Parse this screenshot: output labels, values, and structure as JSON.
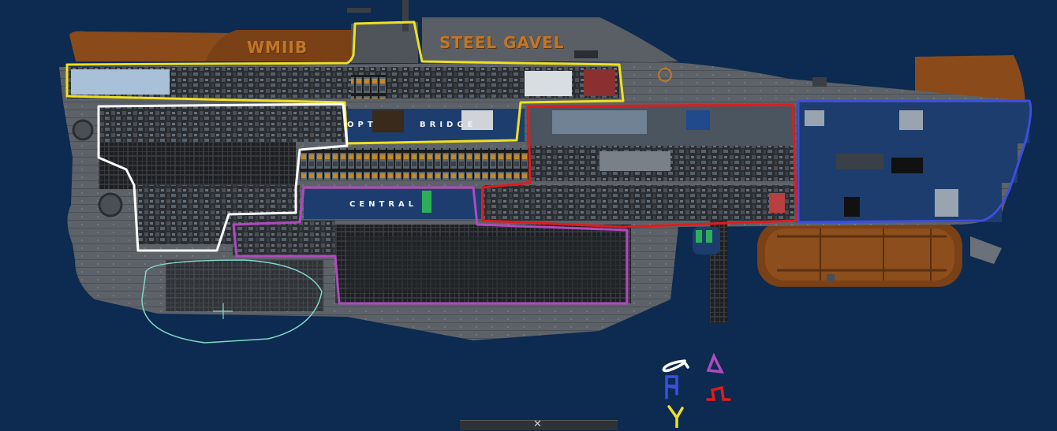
{
  "hull": {
    "ship_label": "WMIIB",
    "ship_name": "STEEL GAVEL"
  },
  "rooms": {
    "opt": "OPT",
    "bridge": "BRIDGE",
    "central": "CENTRAL"
  },
  "sections": [
    {
      "glyph": "α",
      "color": "#ffffff"
    },
    {
      "glyph": "Δ",
      "color": "#b04ac0"
    },
    {
      "glyph": "β",
      "color": "#3c4ee0"
    },
    {
      "glyph": "Ω",
      "color": "#e01c1c"
    },
    {
      "glyph": "γ",
      "color": "#f0e020"
    }
  ],
  "colors": {
    "background": "#0d2a50",
    "hull": "#5d6268",
    "rust": "#8a4a1a",
    "interior": "#1c3d6e"
  },
  "icons": {
    "close": "close-icon"
  }
}
